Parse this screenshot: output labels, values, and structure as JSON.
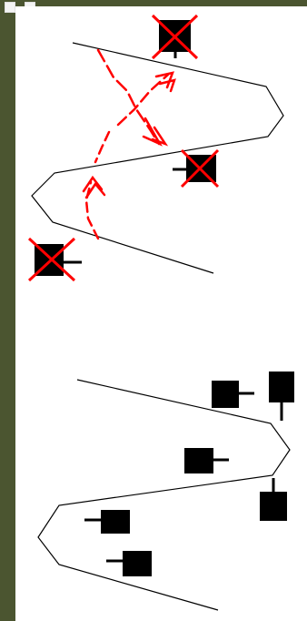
{
  "colors": {
    "frame": "#4b5530",
    "panel": "#ffffff",
    "ink": "#000000",
    "arrow": "#ff0000"
  },
  "figures": [
    {
      "id": "top",
      "state": "crossed-out-with-arrows"
    },
    {
      "id": "bottom",
      "state": "clean"
    }
  ]
}
